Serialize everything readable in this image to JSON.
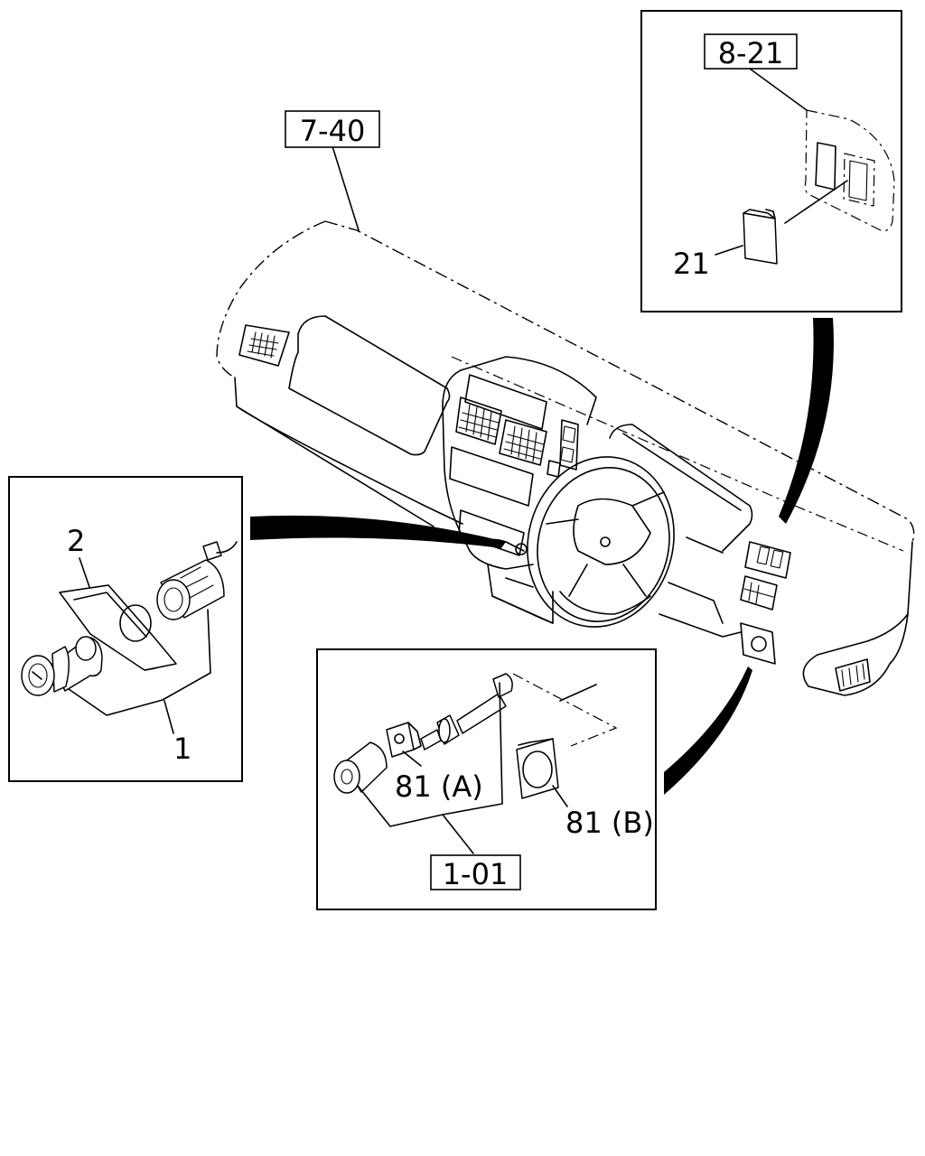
{
  "labels": {
    "ref_dashboard": "7-40",
    "ref_inset_top": "8-21",
    "part_21": "21",
    "part_2": "2",
    "part_1": "1",
    "part_81a": "81 (A)",
    "part_81b": "81 (B)",
    "ref_inset_bottom": "1-01"
  }
}
